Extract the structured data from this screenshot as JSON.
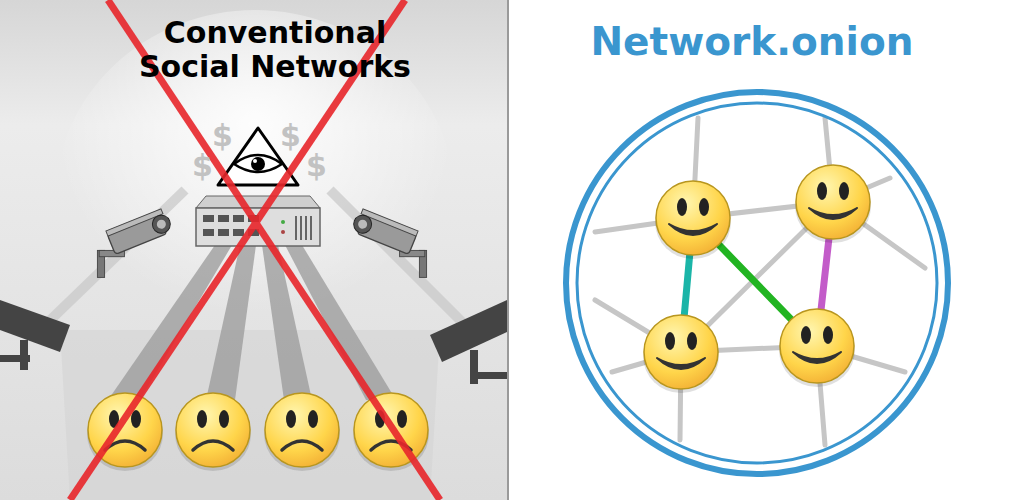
{
  "diagram": {
    "nodes": [
      {
        "text": [
          "Conventional Social Networks"
        ]
      },
      {
        "text": [
          "Network.onion"
        ]
      }
    ],
    "labels": [
      "$",
      "$",
      "$",
      "$"
    ]
  }
}
